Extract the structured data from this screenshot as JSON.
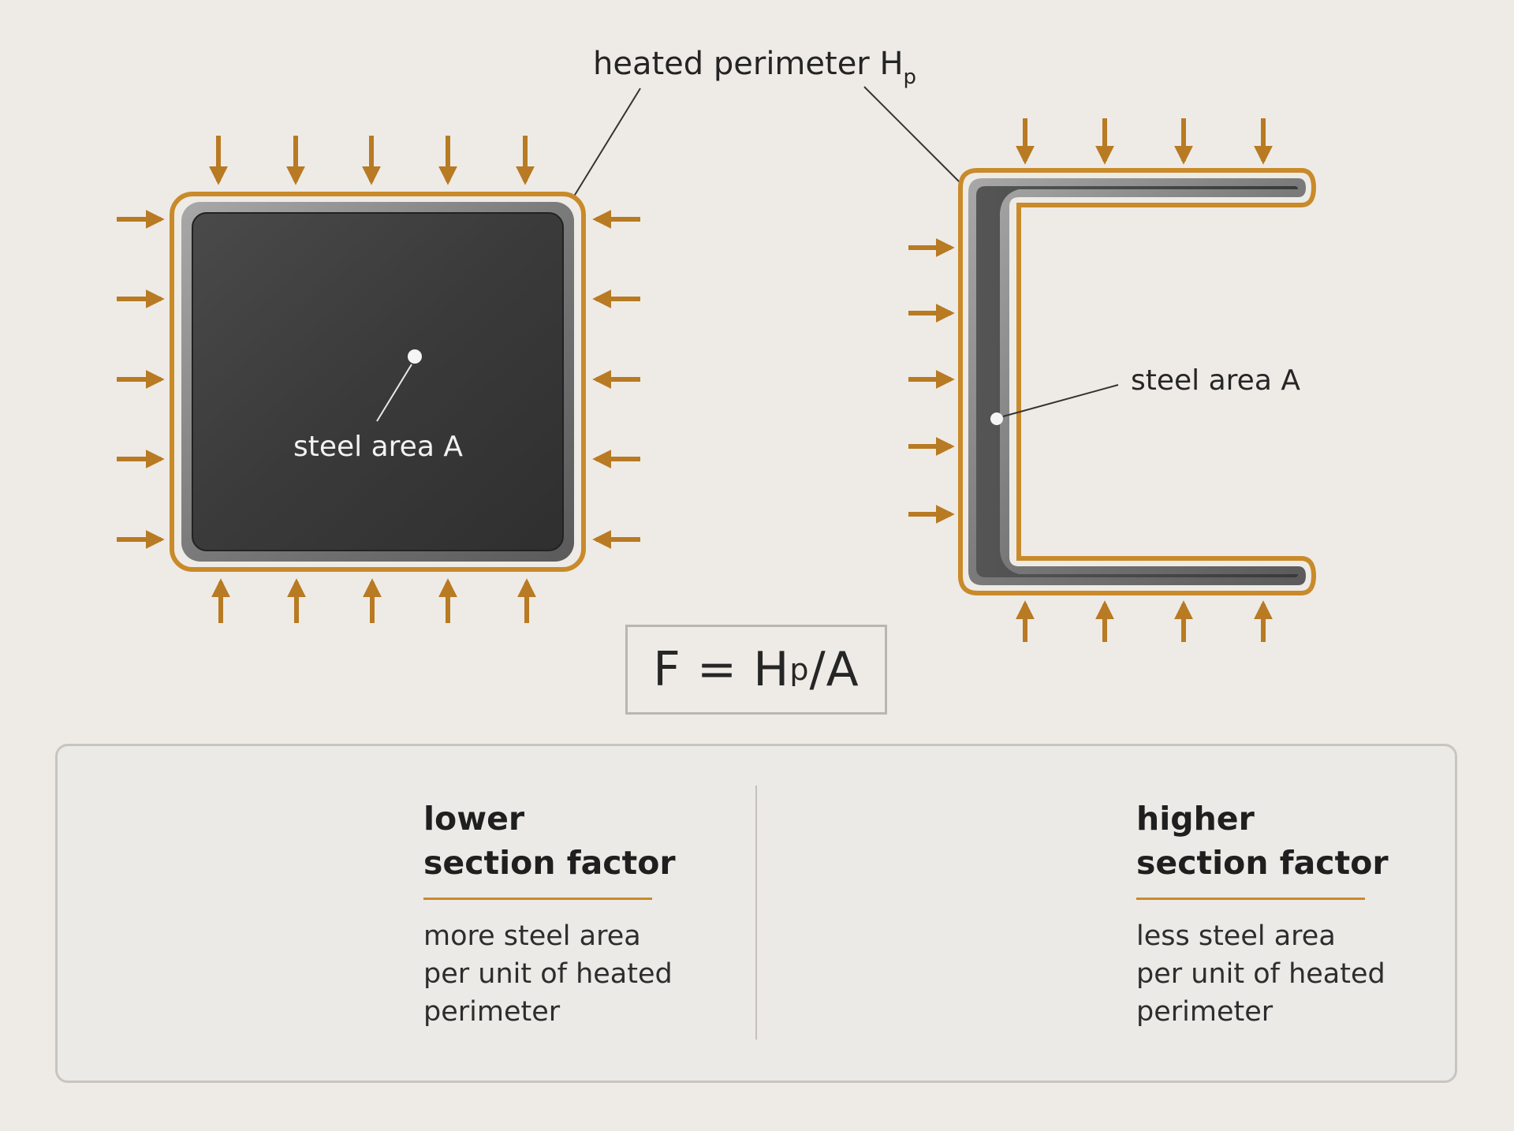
{
  "labels": {
    "heated_perimeter_main": "heated perimeter H",
    "heated_perimeter_sub": "p",
    "steel_area_left": "steel area A",
    "steel_area_right": "steel area A"
  },
  "formula": {
    "lhs": "F = H",
    "sub": "p",
    "rhs": "/A"
  },
  "comparison": {
    "left": {
      "heading_line1": "lower",
      "heading_line2": "section factor",
      "desc_line1": "more steel area",
      "desc_line2": "per unit of heated",
      "desc_line3": "perimeter"
    },
    "right": {
      "heading_line1": "higher",
      "heading_line2": "section factor",
      "desc_line1": "less steel area",
      "desc_line2": "per unit of heated",
      "desc_line3": "perimeter"
    }
  },
  "colors": {
    "background": "#eeebe7",
    "heat_accent": "#c98a2a",
    "steel_dark": "#3e3e3e",
    "steel_light": "#8c8c8c"
  }
}
